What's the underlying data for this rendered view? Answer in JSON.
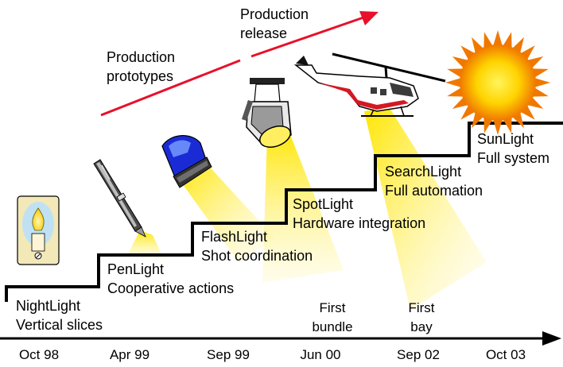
{
  "annotations": {
    "production_prototypes": [
      "Production",
      "prototypes"
    ],
    "production_release": [
      "Production",
      "release"
    ]
  },
  "stages": [
    {
      "name": "NightLight",
      "desc": "Vertical slices",
      "date": "Oct 98",
      "icon": "nightlight-icon"
    },
    {
      "name": "PenLight",
      "desc": "Cooperative actions",
      "date": "Apr 99",
      "icon": "pen-icon"
    },
    {
      "name": "FlashLight",
      "desc": "Shot coordination",
      "date": "Sep 99",
      "icon": "flashlight-icon"
    },
    {
      "name": "SpotLight",
      "desc": "Hardware integration",
      "date": "Jun 00",
      "icon": "spotlight-icon"
    },
    {
      "name": "SearchLight",
      "desc": "Full automation",
      "date": "Sep 02",
      "icon": "helicopter-icon"
    },
    {
      "name": "SunLight",
      "desc": "Full system",
      "date": "Oct 03",
      "icon": "sun-icon"
    }
  ],
  "milestones": [
    {
      "lines": [
        "First",
        "bundle"
      ]
    },
    {
      "lines": [
        "First",
        "bay"
      ]
    }
  ],
  "colors": {
    "arrow_red": "#e8102a",
    "beam_yellow": "#ffe600",
    "sun_yellow": "#ffd400",
    "sun_orange": "#f07800",
    "flashlight_blue": "#1a2bd6"
  }
}
